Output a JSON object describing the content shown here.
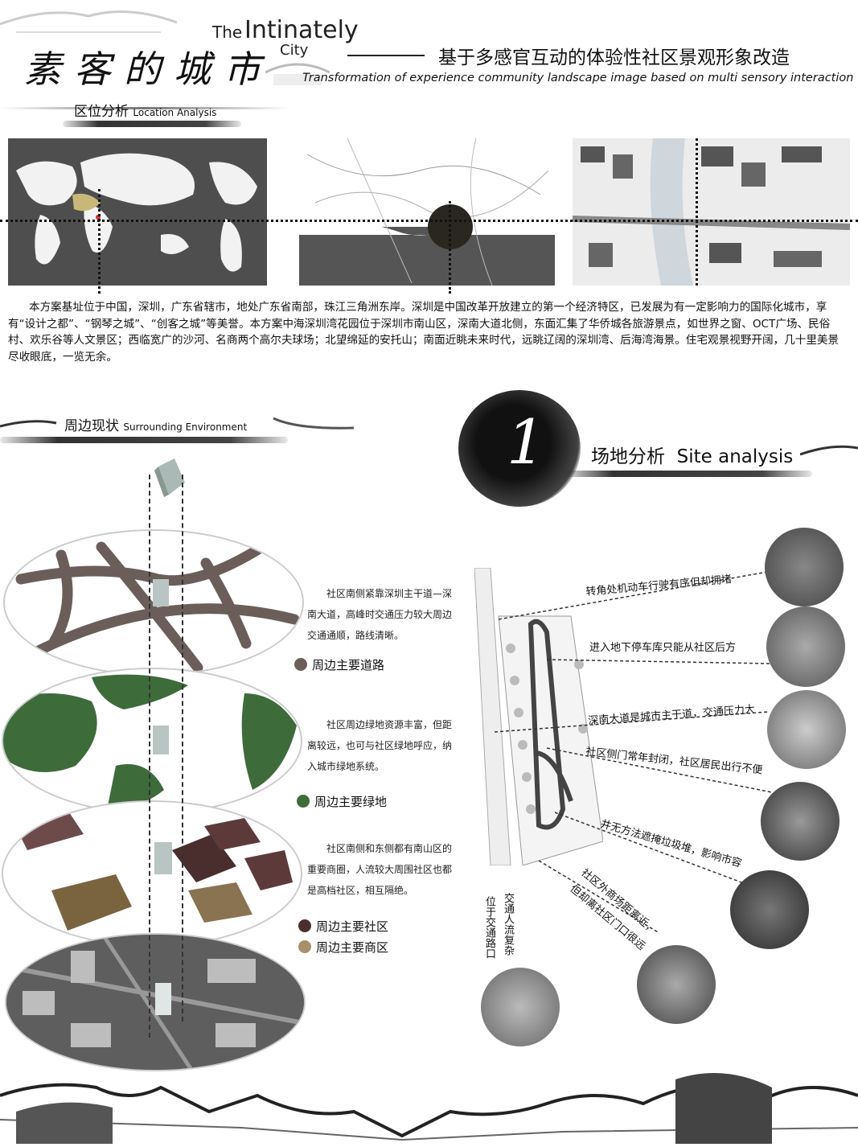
{
  "header": {
    "title_cn": "素客的城市",
    "title_en_the": "The",
    "title_en_main": "Intinately",
    "title_en_city": "City",
    "subtitle_cn": "基于多感官互动的体验性社区景观形象改造",
    "subtitle_en": "Transformation of experience community landscape image based on multi sensory interaction"
  },
  "location": {
    "heading_cn": "区位分析",
    "heading_en": "Location Analysis",
    "text": "本方案基址位于中国，深圳，广东省辖市，地处广东省南部，珠江三角洲东岸。深圳是中国改革开放建立的第一个经济特区，已发展为有一定影响力的国际化城市，享有“设计之都”、“钢琴之城”、“创客之城”等美誉。本方案中海深圳湾花园位于深圳市南山区，深南大道北侧，东面汇集了华侨城各旅游景点，如世界之窗、OCT广场、民俗村、欢乐谷等人文景区；西临宽广的沙河、名商两个高尔夫球场；北望绵延的安托山；南面近眺未来时代，远眺辽阔的深圳湾、后海湾海景。住宅观景视野开阔，几十里美景尽收眼底，一览无余。"
  },
  "surrounding": {
    "heading_cn": "周边现状",
    "heading_en": "Surrounding Environment",
    "roads_desc": "社区南侧紧靠深圳主干道—深南大道，高峰时交通压力较大周边交通通顺，路线清晰。",
    "green_desc": "社区周边绿地资源丰富，但距离较远，也可与社区绿地呼应，纳入城市绿地系统。",
    "community_desc": "社区南侧和东侧都有南山区的重要商圈，人流较大周围社区也都是高档社区，相互隔绝。",
    "legend": [
      {
        "label": "周边主要道路",
        "color": "#6b5e5a"
      },
      {
        "label": "周边主要绿地",
        "color": "#3e6b3a"
      },
      {
        "label": "周边主要社区",
        "color": "#4a2e2e"
      },
      {
        "label": "周边主要商区",
        "color": "#a8906a"
      }
    ]
  },
  "site": {
    "number": "1",
    "heading_cn": "场地分析",
    "heading_en": "Site analysis",
    "callouts": [
      "转角处机动车行驶有序但却拥堵",
      "进入地下停车库只能从社区后方",
      "深南大道是城市主干道，交通压力大",
      "社区侧门常年封闭，社区居民出行不便",
      "井无方法遮掩垃圾堆，影响市容",
      "社区外商场距离近，",
      "但却离社区门口很远"
    ],
    "vertical_left": "位于交通路口",
    "vertical_right": "交通人流复杂"
  },
  "colors": {
    "ink": "#111111",
    "map_dark": "#555555",
    "road": "#6b5e5a",
    "green": "#3e6b3a",
    "community": "#4a2e2e",
    "commerce": "#a8906a"
  }
}
